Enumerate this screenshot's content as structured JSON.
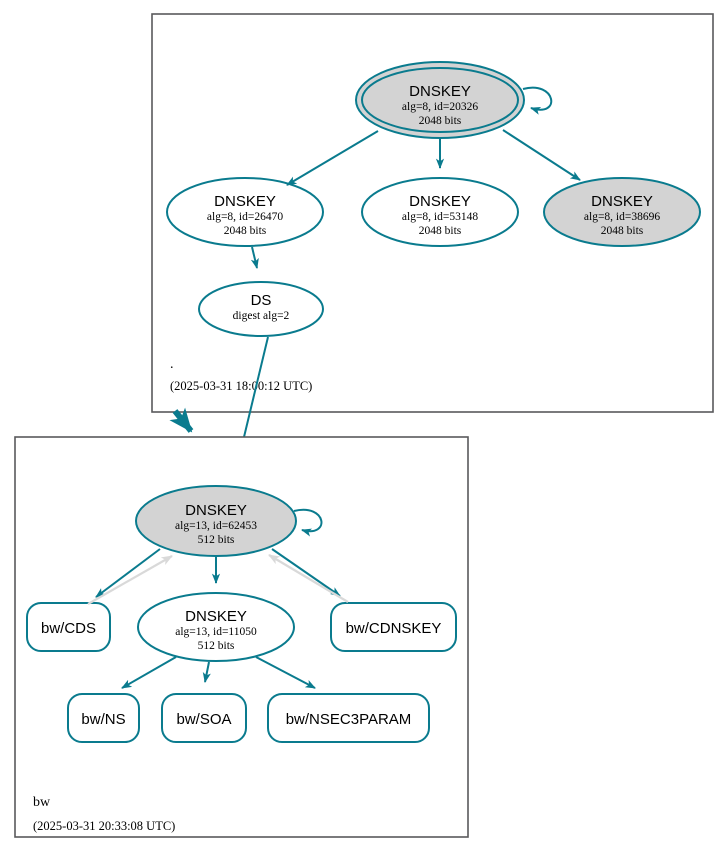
{
  "diagram": {
    "kind": "dnssec-authentication-chain",
    "colors": {
      "accent_teal": "#0a7b8e",
      "secure_fill": "#d3d3d3",
      "plain_fill": "#ffffff",
      "gray_edge": "#d9d9d9",
      "zone_border": "#59595b"
    }
  },
  "zones": [
    {
      "id": "root",
      "name": ".",
      "timestamp": "(2025-03-31 18:00:12 UTC)",
      "nodes": [
        {
          "id": "root-ksk-20326",
          "type": "DNSKEY",
          "title": "DNSKEY",
          "params": "alg=8, id=20326",
          "size": "2048 bits",
          "shape": "doubleellipse",
          "fill": "secure",
          "self_signed": true
        },
        {
          "id": "root-zsk-26470",
          "type": "DNSKEY",
          "title": "DNSKEY",
          "params": "alg=8, id=26470",
          "size": "2048 bits",
          "shape": "ellipse",
          "fill": "plain",
          "self_signed": false
        },
        {
          "id": "root-zsk-53148",
          "type": "DNSKEY",
          "title": "DNSKEY",
          "params": "alg=8, id=53148",
          "size": "2048 bits",
          "shape": "ellipse",
          "fill": "plain",
          "self_signed": false
        },
        {
          "id": "root-zsk-38696",
          "type": "DNSKEY",
          "title": "DNSKEY",
          "params": "alg=8, id=38696",
          "size": "2048 bits",
          "shape": "ellipse",
          "fill": "secure",
          "self_signed": false
        },
        {
          "id": "root-ds",
          "type": "DS",
          "title": "DS",
          "params": "digest alg=2",
          "size": "",
          "shape": "ellipse",
          "fill": "plain",
          "self_signed": false
        }
      ]
    },
    {
      "id": "bw",
      "name": "bw",
      "timestamp": "(2025-03-31 20:33:08 UTC)",
      "nodes": [
        {
          "id": "bw-ksk-62453",
          "type": "DNSKEY",
          "title": "DNSKEY",
          "params": "alg=13, id=62453",
          "size": "512 bits",
          "shape": "ellipse",
          "fill": "secure",
          "self_signed": true
        },
        {
          "id": "bw-zsk-11050",
          "type": "DNSKEY",
          "title": "DNSKEY",
          "params": "alg=13, id=11050",
          "size": "512 bits",
          "shape": "ellipse",
          "fill": "plain",
          "self_signed": false
        }
      ],
      "rrsets": [
        {
          "id": "bw-cds",
          "label": "bw/CDS"
        },
        {
          "id": "bw-cdnskey",
          "label": "bw/CDNSKEY"
        },
        {
          "id": "bw-ns",
          "label": "bw/NS"
        },
        {
          "id": "bw-soa",
          "label": "bw/SOA"
        },
        {
          "id": "bw-nsec3param",
          "label": "bw/NSEC3PARAM"
        }
      ]
    }
  ],
  "edges": [
    {
      "from": "root-ksk-20326",
      "to": "root-ksk-20326",
      "style": "teal",
      "kind": "self-sign"
    },
    {
      "from": "root-ksk-20326",
      "to": "root-zsk-26470",
      "style": "teal",
      "kind": "sign"
    },
    {
      "from": "root-ksk-20326",
      "to": "root-zsk-53148",
      "style": "teal",
      "kind": "sign"
    },
    {
      "from": "root-ksk-20326",
      "to": "root-zsk-38696",
      "style": "teal",
      "kind": "sign"
    },
    {
      "from": "root-zsk-26470",
      "to": "root-ds",
      "style": "teal",
      "kind": "sign"
    },
    {
      "from": "root-ds",
      "to": "bw-ksk-62453",
      "style": "teal",
      "kind": "delegation"
    },
    {
      "from": "root",
      "to": "bw",
      "style": "teal-thick",
      "kind": "zone-delegation"
    },
    {
      "from": "bw-ksk-62453",
      "to": "bw-ksk-62453",
      "style": "teal",
      "kind": "self-sign"
    },
    {
      "from": "bw-ksk-62453",
      "to": "bw-cds",
      "style": "teal",
      "kind": "sign"
    },
    {
      "from": "bw-ksk-62453",
      "to": "bw-zsk-11050",
      "style": "teal",
      "kind": "sign"
    },
    {
      "from": "bw-ksk-62453",
      "to": "bw-cdnskey",
      "style": "teal",
      "kind": "sign"
    },
    {
      "from": "bw-cds",
      "to": "bw-ksk-62453",
      "style": "gray",
      "kind": "reference"
    },
    {
      "from": "bw-cdnskey",
      "to": "bw-ksk-62453",
      "style": "gray",
      "kind": "reference"
    },
    {
      "from": "bw-zsk-11050",
      "to": "bw-ns",
      "style": "teal",
      "kind": "sign"
    },
    {
      "from": "bw-zsk-11050",
      "to": "bw-soa",
      "style": "teal",
      "kind": "sign"
    },
    {
      "from": "bw-zsk-11050",
      "to": "bw-nsec3param",
      "style": "teal",
      "kind": "sign"
    }
  ]
}
